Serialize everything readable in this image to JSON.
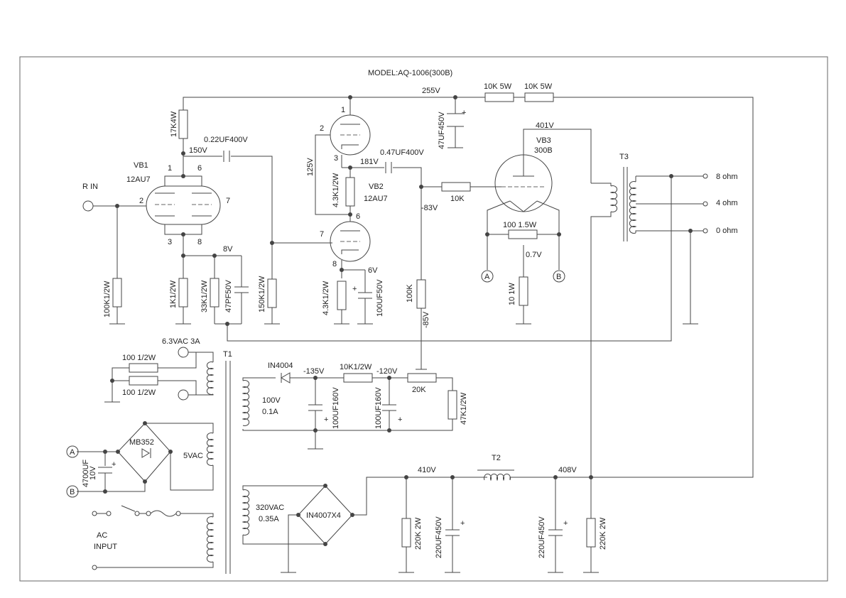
{
  "title": "MODEL:AQ-1006(300B)",
  "tubes": {
    "vb1": {
      "name": "VB1",
      "type": "12AU7",
      "pins": [
        "1",
        "6",
        "2",
        "7",
        "3",
        "8"
      ]
    },
    "vb2": {
      "name": "VB2",
      "type": "12AU7",
      "pins_upper": [
        "1",
        "2",
        "3"
      ],
      "pins_lower": [
        "6",
        "7",
        "8"
      ]
    },
    "vb3": {
      "name": "VB3",
      "type": "300B"
    }
  },
  "input": {
    "label": "R  IN"
  },
  "voltages": {
    "v255": "255V",
    "v150": "150V",
    "v125": "125V",
    "v181": "181V",
    "v8": "8V",
    "v6": "6V",
    "v401": "401V",
    "vm83": "-83V",
    "vm85": "-85V",
    "vm135": "-135V",
    "vm120": "-120V",
    "v07": "0.7V",
    "v410": "410V",
    "v408": "408V"
  },
  "resistors": {
    "r_top1": "10K  5W",
    "r_top2": "10K  5W",
    "r_17k": "17K4W",
    "r_100k_in": "100K1/2W",
    "r_1k": "1K1/2W",
    "r_33k": "33K1/2W",
    "r_150k": "150K1/2W",
    "r_43k_a": "4.3K1/2W",
    "r_43k_b": "4.3K1/2W",
    "r_10k": "10K",
    "r_100k_grid": "100K",
    "r_100_15w": "100  1.5W",
    "r_10_1w": "10  1W",
    "r_100a": "100  1/2W",
    "r_100b": "100  1/2W",
    "r_10k_half": "10K1/2W",
    "r_20k": "20K",
    "r_47k": "47K1/2W",
    "r_220k_a": "220K  2W",
    "r_220k_b": "220K  2W"
  },
  "capacitors": {
    "c_022": "0.22UF400V",
    "c_047": "0.47UF400V",
    "c_47uf": "47UF450V",
    "c_47pf": "47PF50V",
    "c_100uf50": "100UF50V",
    "c_100uf160a": "100UF160V",
    "c_100uf160b": "100UF160V",
    "c_4700": "4700UF",
    "c_4700v": "10V",
    "c_220a": "220UF450V",
    "c_220b": "220UF450V"
  },
  "transformers": {
    "t1": "T1",
    "t2": "T2",
    "t3": "T3"
  },
  "outputs": {
    "o8": "8  ohm",
    "o4": "4  ohm",
    "o0": "0  ohm"
  },
  "heater": "6.3VAC  3A",
  "diodes": {
    "in4004": "IN4004",
    "mb352": "MB352",
    "in4007": "IN4007X4"
  },
  "windings": {
    "bias_v": "100V",
    "bias_a": "0.1A",
    "fil5v": "5VAC",
    "hv_v": "320VAC",
    "hv_a": "0.35A"
  },
  "ac_input": {
    "line1": "AC",
    "line2": "INPUT"
  },
  "polarity": {
    "plus": "+"
  },
  "nodes": {
    "a": "A",
    "b": "B"
  }
}
